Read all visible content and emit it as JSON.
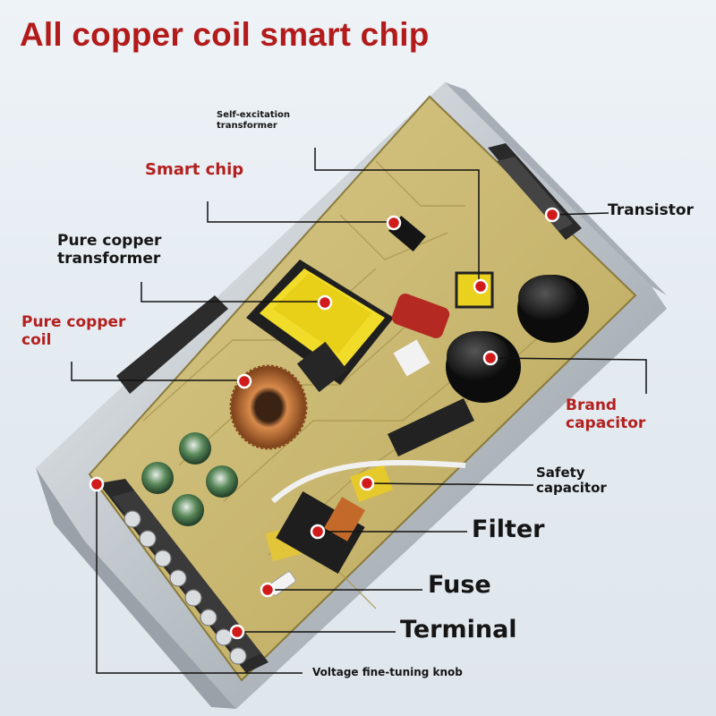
{
  "title": "All copper coil smart chip",
  "labels": {
    "self_excitation_transformer": [
      "Self-excitation",
      "transformer"
    ],
    "smart_chip": "Smart chip",
    "transistor": "Transistor",
    "pure_copper_transformer": [
      "Pure copper",
      "transformer"
    ],
    "pure_copper_coil": [
      "Pure copper",
      "coil"
    ],
    "brand_capacitor": [
      "Brand",
      "capacitor"
    ],
    "safety_capacitor": [
      "Safety",
      "capacitor"
    ],
    "filter": "Filter",
    "fuse": "Fuse",
    "terminal": "Terminal",
    "voltage_knob": "Voltage fine-tuning knob"
  },
  "colors": {
    "accent_red": "#b3201f",
    "marker_red": "#d11a1a",
    "pcb": "#c9b872",
    "text_dark": "#151515"
  }
}
